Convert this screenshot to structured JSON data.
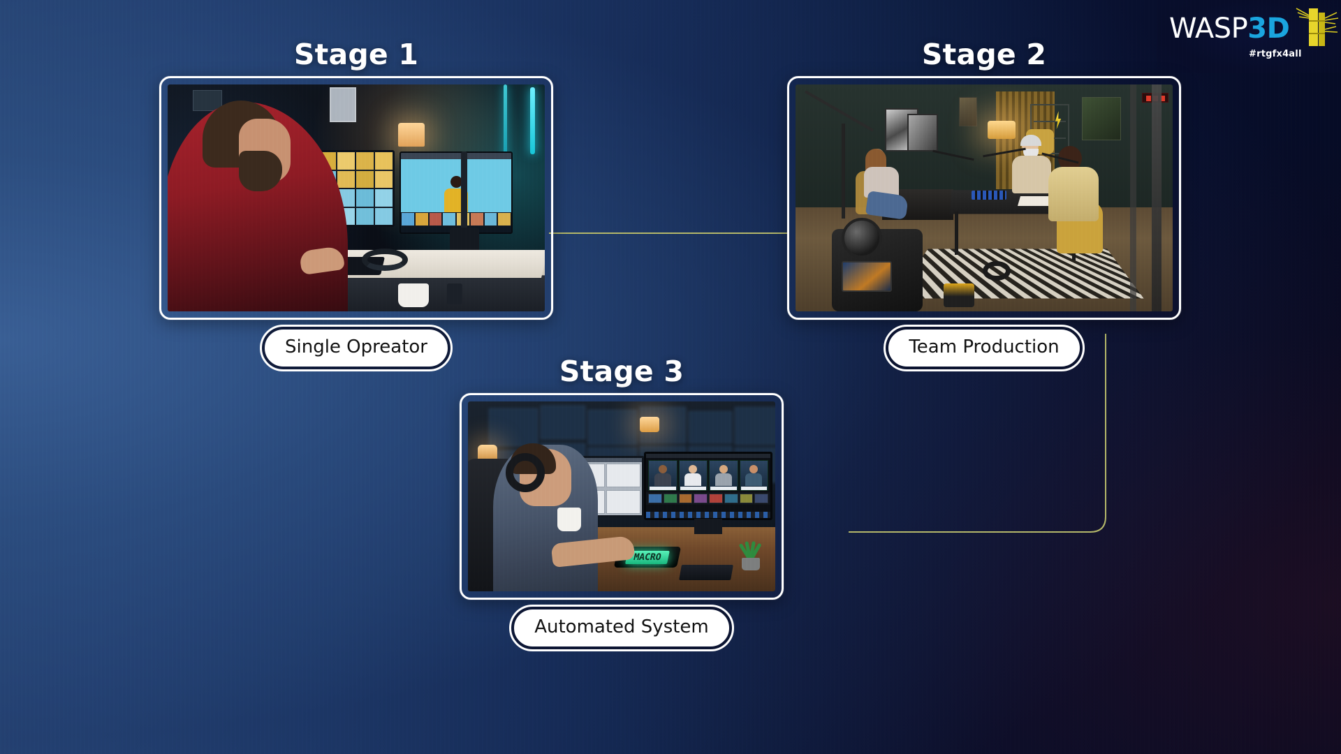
{
  "brand": {
    "logo_wasp": "WASP",
    "logo_3d": "3D",
    "logo_tagline": "#rtgfx4all",
    "logo_icon": "bamboo-icon",
    "accent_cyan": "#1aa6e0",
    "accent_yellow": "#e8d62b"
  },
  "theme": {
    "bg_left": "#2c4e7f",
    "bg_right": "#050a22",
    "card_border": "#ffffff",
    "pill_bg": "#ffffff",
    "pill_text": "#111111",
    "connector": "#b5b86a"
  },
  "stages": [
    {
      "title": "Stage 1",
      "label": "Single Opreator",
      "photo_alt": "single-operator-edit-suite"
    },
    {
      "title": "Stage 2",
      "label": "Team Production",
      "photo_alt": "team-podcast-studio"
    },
    {
      "title": "Stage 3",
      "label": "Automated System",
      "photo_alt": "automated-control-room"
    }
  ],
  "photo3": {
    "macro_key_label": "MACRO"
  },
  "connectors": [
    {
      "from": "stage-1",
      "to": "stage-2",
      "shape": "horizontal"
    },
    {
      "from": "stage-2",
      "to": "stage-3",
      "shape": "elbow-down-left"
    }
  ]
}
